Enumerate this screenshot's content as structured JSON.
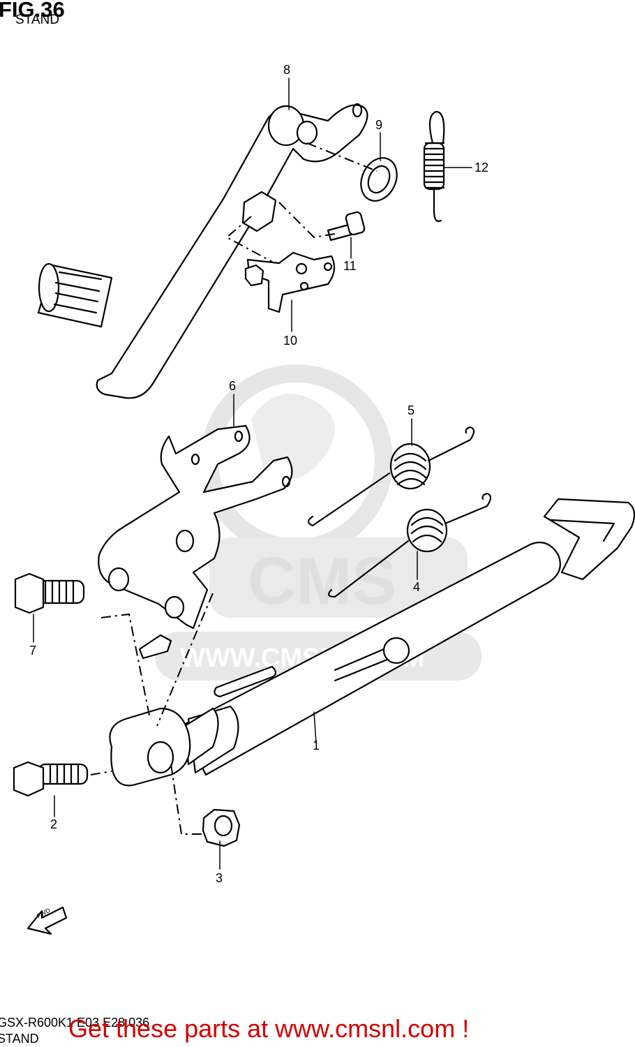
{
  "figure": {
    "title": "FIG.36",
    "subtitle": "STAND"
  },
  "callouts": [
    {
      "id": "1",
      "label": "1"
    },
    {
      "id": "2",
      "label": "2"
    },
    {
      "id": "3",
      "label": "3"
    },
    {
      "id": "4",
      "label": "4"
    },
    {
      "id": "5",
      "label": "5"
    },
    {
      "id": "6",
      "label": "6"
    },
    {
      "id": "7",
      "label": "7"
    },
    {
      "id": "8",
      "label": "8"
    },
    {
      "id": "9",
      "label": "9"
    },
    {
      "id": "10",
      "label": "10"
    },
    {
      "id": "11",
      "label": "11"
    },
    {
      "id": "12",
      "label": "12"
    }
  ],
  "direction_arrow": {
    "label": "FWD"
  },
  "watermark": {
    "brand": "CMS",
    "url": "WWW.CMSNL.COM"
  },
  "footer": {
    "diagram_code": "GSX-R600K1 E03 E28 036",
    "section": "STAND",
    "promo": "Get these parts at www.cmsnl.com !"
  },
  "colors": {
    "promo_text": "#d40000",
    "watermark": "#dcdcdc",
    "line_art": "#000000"
  }
}
